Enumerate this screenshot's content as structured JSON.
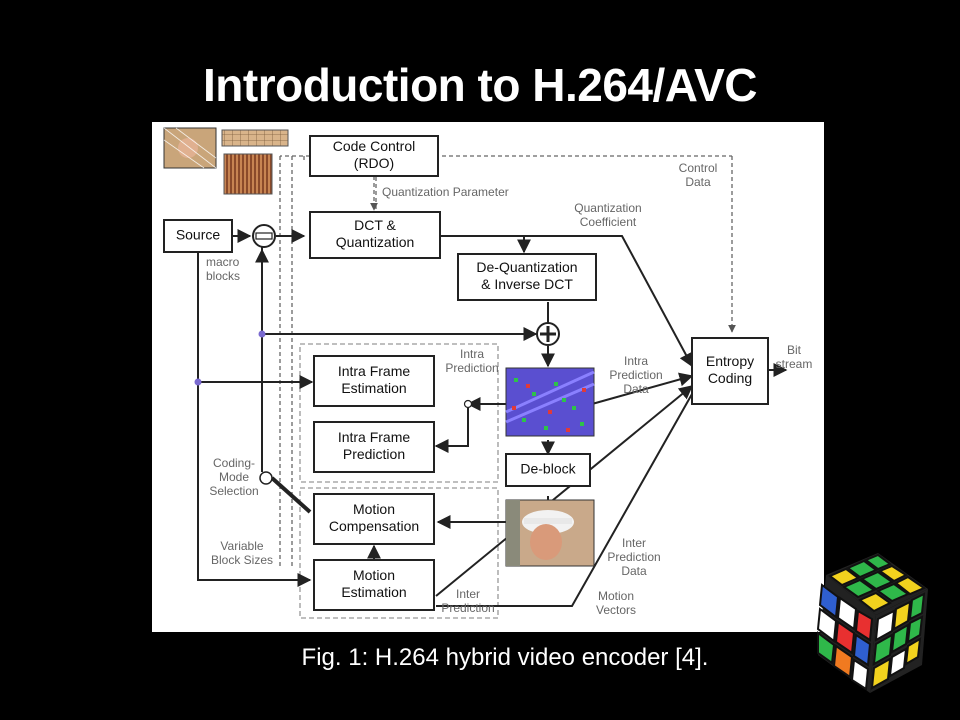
{
  "title": "Introduction to H.264/AVC",
  "caption": "Fig. 1: H.264 hybrid video encoder [4].",
  "blocks": {
    "code_control": [
      "Code Control",
      "(RDO)"
    ],
    "source": [
      "Source"
    ],
    "dct": [
      "DCT  &",
      "Quantization"
    ],
    "dequant": [
      "De-Quantization",
      "& Inverse DCT"
    ],
    "intra_est": [
      "Intra Frame",
      "Estimation"
    ],
    "intra_pred": [
      "Intra Frame",
      "Prediction"
    ],
    "deblock": [
      "De-block"
    ],
    "motion_comp": [
      "Motion",
      "Compensation"
    ],
    "motion_est": [
      "Motion",
      "Estimation"
    ],
    "entropy": [
      "Entropy",
      "Coding"
    ]
  },
  "labels": {
    "quant_param": [
      "Quantization Parameter"
    ],
    "control_data": [
      "Control",
      "Data"
    ],
    "quant_coeff": [
      "Quantization",
      "Coefficient"
    ],
    "macro_blocks": [
      "macro",
      "blocks"
    ],
    "intra_prediction_box": [
      "Intra",
      "Prediction"
    ],
    "intra_prediction_data": [
      "Intra",
      "Prediction",
      "Data"
    ],
    "bit_stream": [
      "Bit",
      "stream"
    ],
    "coding_mode": [
      "Coding-",
      "Mode",
      "Selection"
    ],
    "variable_block": [
      "Variable",
      "Block Sizes"
    ],
    "inter_prediction_data": [
      "Inter",
      "Prediction",
      "Data"
    ],
    "inter_prediction_box": [
      "Inter",
      "Prediction"
    ],
    "motion_vectors": [
      "Motion",
      "Vectors"
    ]
  },
  "colors": {
    "background": "#000000",
    "panel": "#ffffff",
    "ink": "#222222",
    "label": "#666666",
    "intra_frame": "#5a4fd0"
  },
  "icons": [
    "source-frame-thumbnail",
    "macroblock-grid-thumbnail",
    "texture-thumbnail",
    "intra-prediction-frame",
    "reconstructed-frame",
    "rubiks-cube-icon"
  ]
}
